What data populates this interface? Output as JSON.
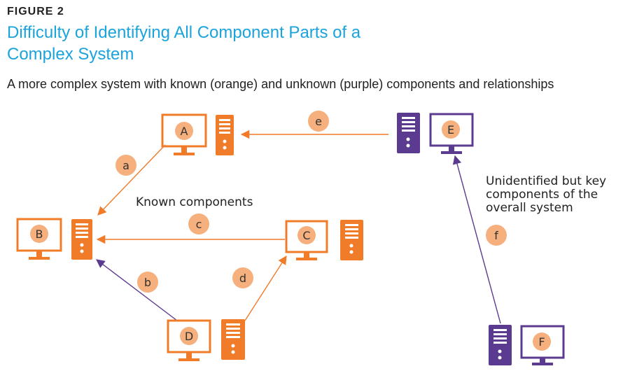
{
  "figure_label": "FIGURE 2",
  "title": "Difficulty of Identifying All Component Parts of a Complex System",
  "subtitle": "A more complex system with known (orange) and unknown (purple) components and relationships",
  "colors": {
    "known": "#f07c2a",
    "unknown": "#5b3b8f",
    "badge": "#f6b07d",
    "title": "#1ba3dc"
  },
  "notes": {
    "known": "Known components",
    "unknown": "Unidentified but key\ncomponents of the\noverall system"
  },
  "nodes": {
    "A": {
      "label": "A",
      "status": "known"
    },
    "B": {
      "label": "B",
      "status": "known"
    },
    "C": {
      "label": "C",
      "status": "known"
    },
    "D": {
      "label": "D",
      "status": "known"
    },
    "E": {
      "label": "E",
      "status": "unknown"
    },
    "F": {
      "label": "F",
      "status": "unknown"
    }
  },
  "edges": {
    "a": {
      "label": "a",
      "from": "A",
      "to": "B",
      "status": "known"
    },
    "b": {
      "label": "b",
      "from": "D",
      "to": "B",
      "status": "unknown"
    },
    "c": {
      "label": "c",
      "from": "C",
      "to": "B",
      "status": "known"
    },
    "d": {
      "label": "d",
      "from": "D",
      "to": "C",
      "status": "known"
    },
    "e": {
      "label": "e",
      "from": "E",
      "to": "A",
      "status": "known"
    },
    "f": {
      "label": "f",
      "from": "F",
      "to": "E",
      "status": "unknown"
    }
  }
}
